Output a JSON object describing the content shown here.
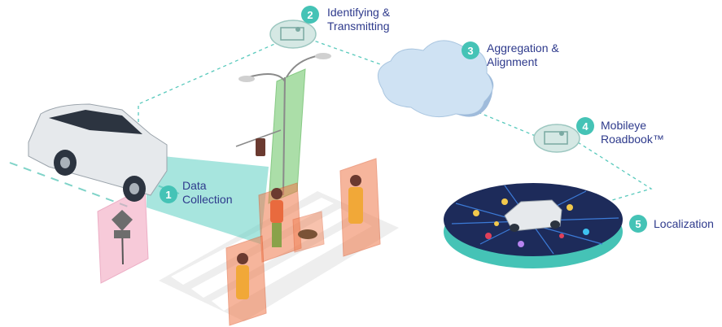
{
  "diagram": {
    "steps": [
      {
        "number": "1",
        "line1": "Data",
        "line2": "Collection"
      },
      {
        "number": "2",
        "line1": "Identifying &",
        "line2": "Transmitting"
      },
      {
        "number": "3",
        "line1": "Aggregation &",
        "line2": "Alignment"
      },
      {
        "number": "4",
        "line1": "Mobileye",
        "line2": "Roadbook™"
      },
      {
        "number": "5",
        "line1": "Localization",
        "line2": ""
      }
    ]
  },
  "colors": {
    "accent": "#45c3b6",
    "label_text": "#2e3a8c",
    "cloud": "#cfe2f3",
    "map_dark": "#1d2b5a",
    "detection_orange": "#f07a4c",
    "detection_pink": "#f2a7c0",
    "pole_green": "#8fd48c",
    "connector_dash": "#58c9bc"
  },
  "icons": [
    "map-pin-icon",
    "cloud-icon",
    "street-lamp-icon",
    "traffic-sign-icon",
    "car-icon"
  ]
}
